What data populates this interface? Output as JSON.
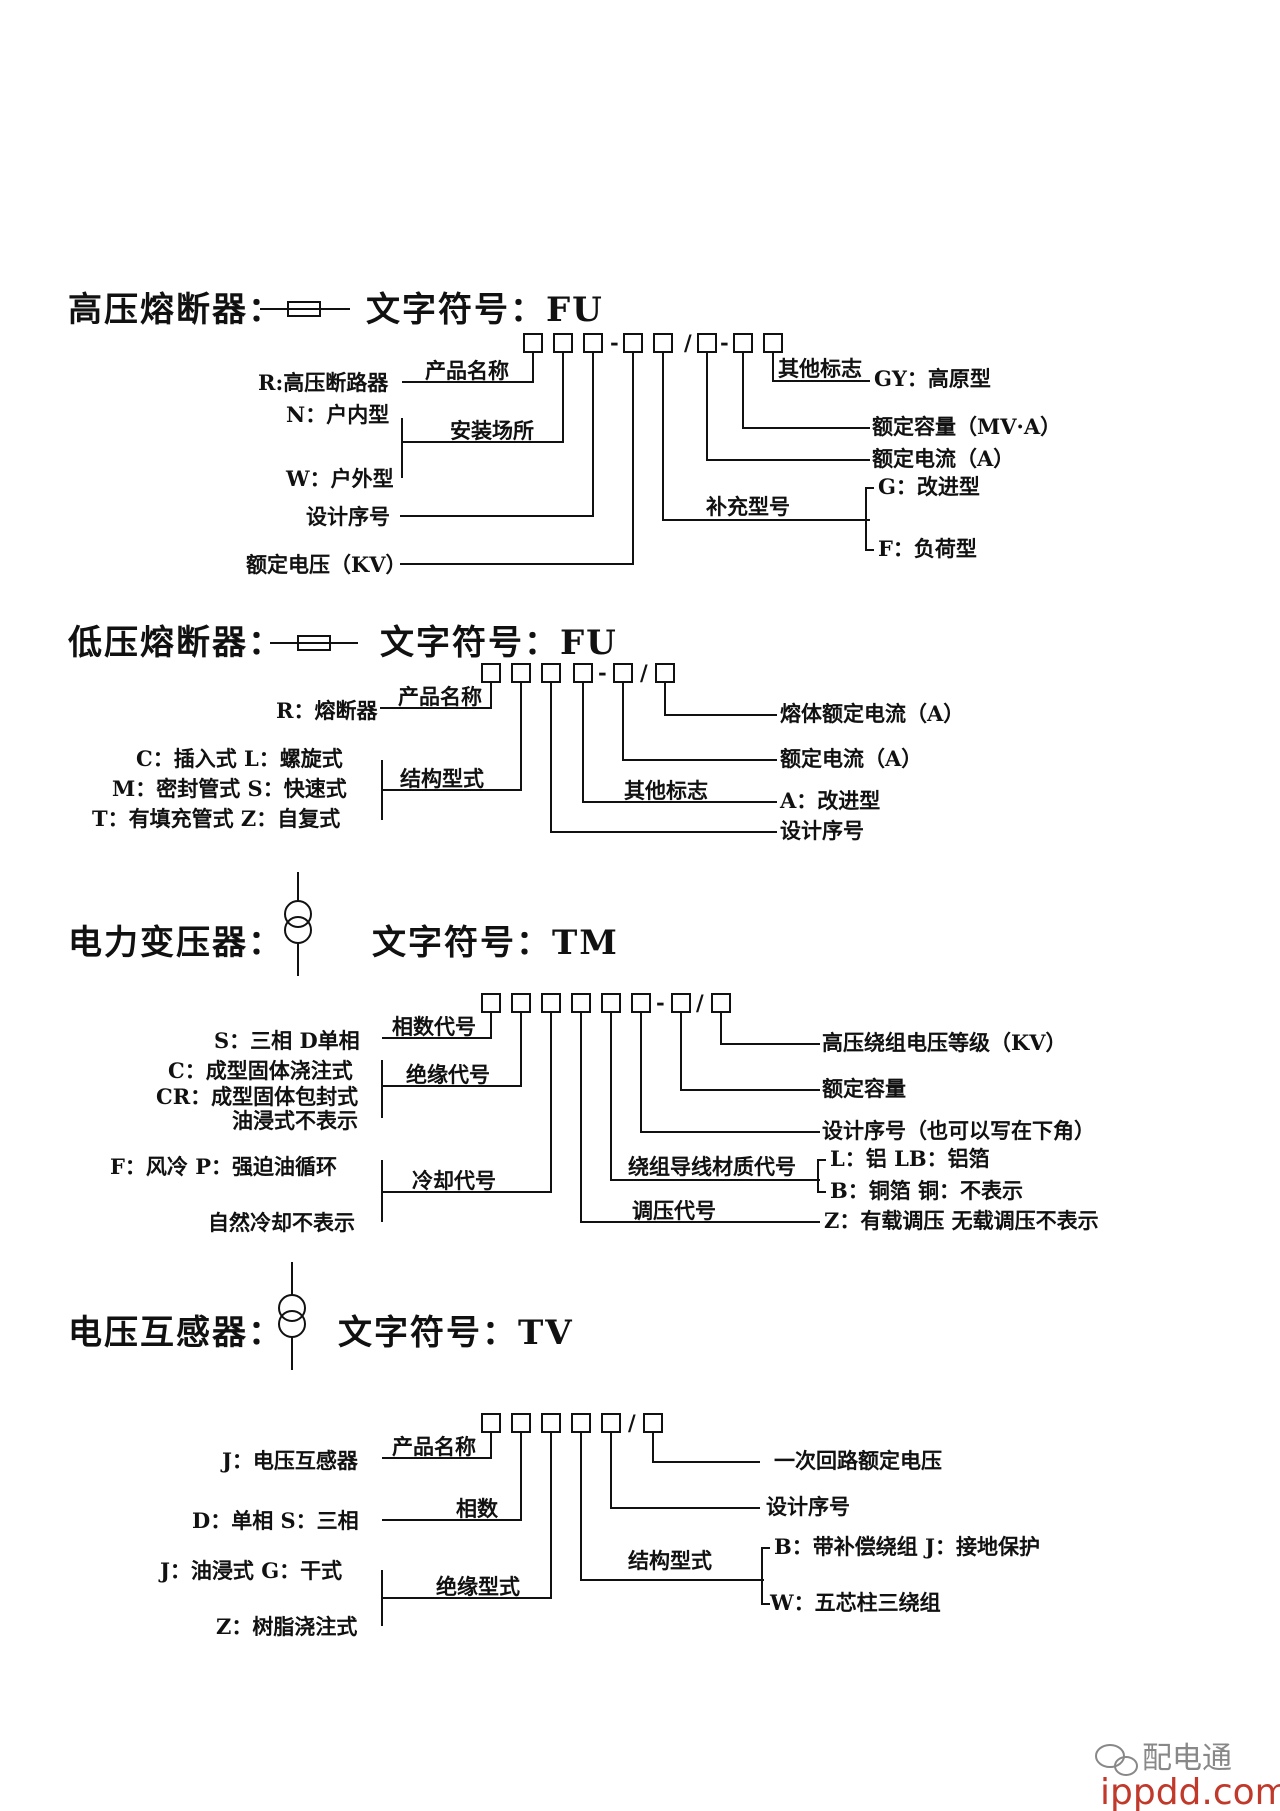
{
  "high_voltage_fuse": {
    "title": "高压熔断器：",
    "code_caption": "文字符号：FU",
    "model_seps": [
      "-",
      "-",
      "/",
      "-"
    ],
    "labels": {
      "product_name": "产品名称",
      "r": "R:高压断路器",
      "n": "N：户内型",
      "w": "W：户外型",
      "install_site": "安装场所",
      "design_no": "设计序号",
      "rated_voltage": "额定电压（KV）",
      "supplement": "补充型号",
      "g_improved": "G：改进型",
      "f_load": "F：负荷型",
      "rated_current": "额定电流（A）",
      "rated_capacity": "额定容量（MV·A）",
      "other_mark": "其他标志",
      "gy": "GY：高原型"
    }
  },
  "low_voltage_fuse": {
    "title": "低压熔断器：",
    "code_caption": "文字符号：FU",
    "model_seps": [
      "-",
      "/"
    ],
    "labels": {
      "product_name": "产品名称",
      "r": "R：熔断器",
      "c_l": "C：插入式  L：螺旋式",
      "m_s": "M：密封管式  S：快速式",
      "t_z": "T：有填充管式  Z：自复式",
      "structure": "结构型式",
      "other_mark": "其他标志",
      "a_improved": "A：改进型",
      "design_no": "设计序号",
      "rated_current": "额定电流（A）",
      "fuse_rated_current": "熔体额定电流（A）"
    }
  },
  "power_transformer": {
    "title": "电力变压器：",
    "code_caption": "文字符号：TM",
    "model_seps": [
      "-",
      "/"
    ],
    "labels": {
      "phase_code": "相数代号",
      "s_d": "S：三相  D单相",
      "insulation_code": "绝缘代号",
      "c_cast": "C：成型固体浇注式",
      "cr_cast": "CR：成型固体包封式",
      "oil_none": "油浸式不表示",
      "cooling_code": "冷却代号",
      "f_p": "F：风冷  P：强迫油循环",
      "natural": "自然冷却不表示",
      "winding_material": "绕组导线材质代号",
      "l_lb": "L：铝  LB：铝箔",
      "b_cu": "B：铜箔  铜：不表示",
      "regulation_code": "调压代号",
      "z_on_load": "Z：有载调压  无载调压不表示",
      "design_no": "设计序号（也可以写在下角）",
      "rated_capacity": "额定容量",
      "hv_level": "高压绕组电压等级（KV）"
    }
  },
  "voltage_transformer": {
    "title": "电压互感器：",
    "code_caption": "文字符号：TV",
    "model_seps": [
      "/"
    ],
    "labels": {
      "product_name": "产品名称",
      "j_vt": "J：电压互感器",
      "phase": "相数",
      "d_s": "D：单相  S：三相",
      "insulation_type": "绝缘型式",
      "j_g": "J：油浸式  G：干式",
      "z_resin": "Z：树脂浇注式",
      "structure": "结构型式",
      "b_comp": "B：带补偿绕组  J：接地保护",
      "w_five": "W：五芯柱三绕组",
      "design_no": "设计序号",
      "primary_voltage": "一次回路额定电压"
    }
  },
  "watermark": {
    "account": "配电通",
    "site": "ippdd.com"
  }
}
